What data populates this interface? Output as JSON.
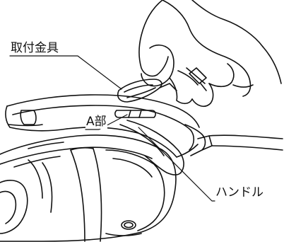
{
  "diagram": {
    "callouts": {
      "fitting": "取付金具",
      "a_part": "A部",
      "handle": "ハンドル"
    }
  }
}
